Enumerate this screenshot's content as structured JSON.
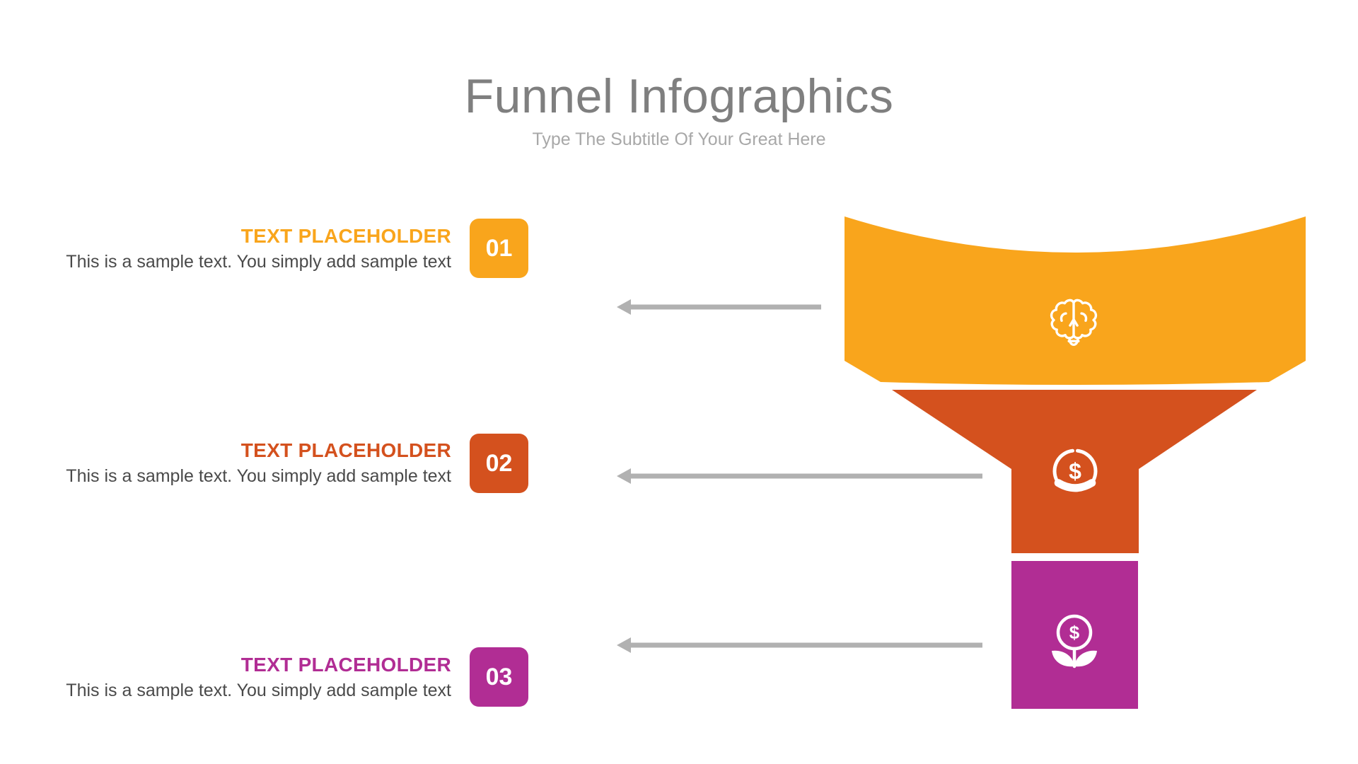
{
  "slide": {
    "title": "Funnel Infographics",
    "subtitle": "Type The Subtitle Of Your Great Here"
  },
  "items": [
    {
      "number": "01",
      "heading": "TEXT PLACEHOLDER",
      "body": "This is a sample text. You simply add sample text",
      "color": "#F9A51C",
      "icon": "brain-idea-icon"
    },
    {
      "number": "02",
      "heading": "TEXT PLACEHOLDER",
      "body": "This is a sample text. You simply add sample text",
      "color": "#D4511E",
      "icon": "dollar-pie-icon",
      "icon_symbol": "$"
    },
    {
      "number": "03",
      "heading": "TEXT PLACEHOLDER",
      "body": "This is a sample text. You simply add sample text",
      "color": "#B12D94",
      "icon": "money-flower-icon",
      "icon_symbol": "$"
    }
  ],
  "colors": {
    "background": "#FFFFFF",
    "title_text": "#7F7F7F",
    "subtitle_text": "#A8A8A8",
    "body_text": "#4A4A4A",
    "icon_stroke": "#FFFFFF",
    "arrow": "#B1B1B1"
  }
}
